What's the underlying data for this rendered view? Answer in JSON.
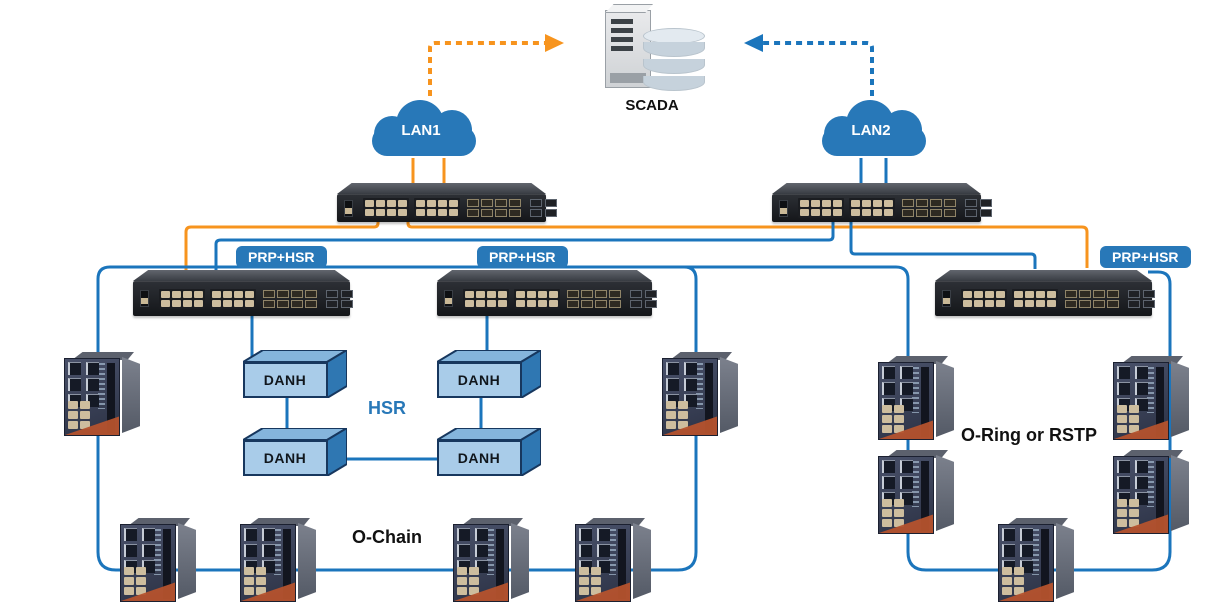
{
  "diagram": {
    "scada": {
      "label": "SCADA"
    },
    "clouds": [
      {
        "label": "LAN1"
      },
      {
        "label": "LAN2"
      }
    ],
    "badges": [
      {
        "label": "PRP+HSR"
      },
      {
        "label": "PRP+HSR"
      },
      {
        "label": "PRP+HSR"
      }
    ],
    "danh_nodes": [
      {
        "label": "DANH"
      },
      {
        "label": "DANH"
      },
      {
        "label": "DANH"
      },
      {
        "label": "DANH"
      }
    ],
    "zones": {
      "hsr": "HSR",
      "ochain": "O-Chain",
      "oring": "O-Ring or RSTP"
    },
    "icons": [
      "server-icon",
      "database-icon",
      "cloud-icon",
      "rackmount-switch-icon",
      "din-rail-switch-icon"
    ],
    "colors": {
      "lan_a_line": "#F7941E",
      "lan_b_line": "#1B75BC",
      "cloud_fill": "#2878B8",
      "badge_fill": "#2878B8",
      "hsr_text": "#2878B8",
      "danh_front": "#A9CCE9",
      "danh_top": "#85B5DC",
      "danh_side": "#2F77B2",
      "danh_border": "#17375E"
    }
  }
}
